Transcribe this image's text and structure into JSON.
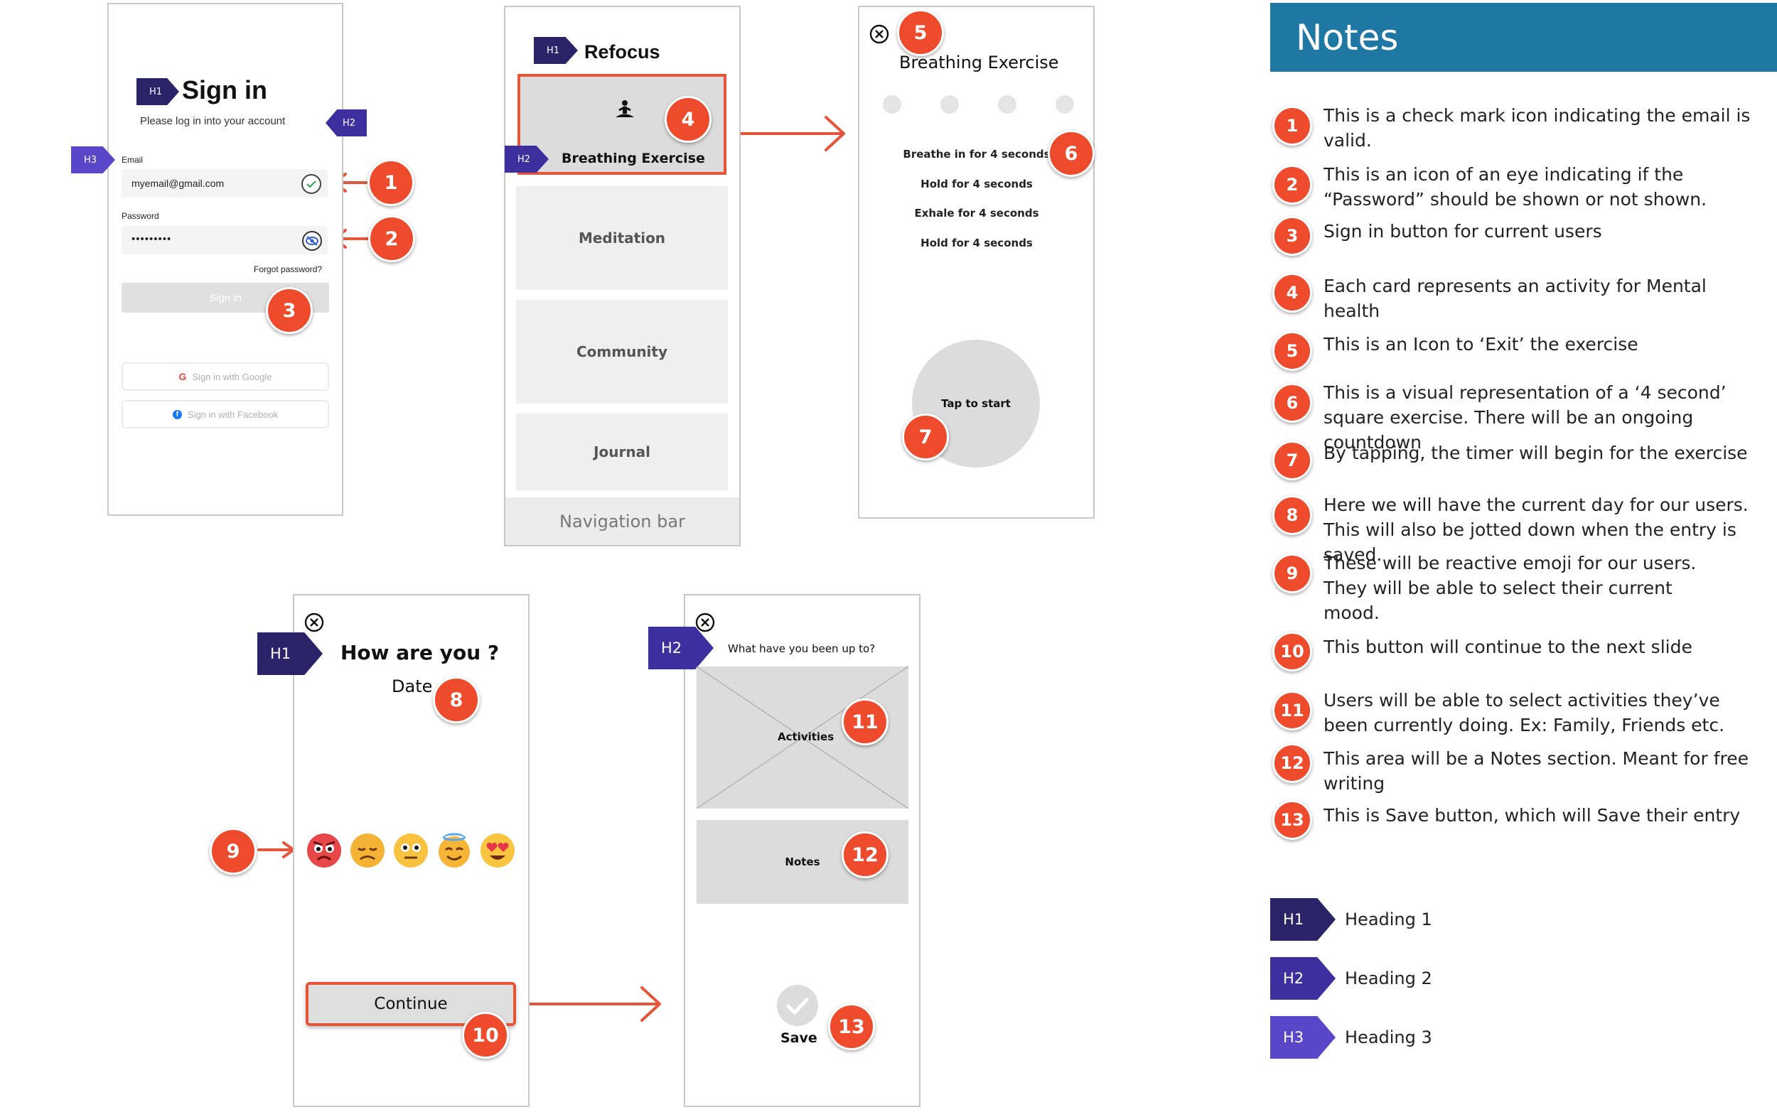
{
  "signin": {
    "tag_h1": "H1",
    "title": "Sign in",
    "subtitle": "Please log in into your account",
    "tag_h2": "H2",
    "tag_h3": "H3",
    "email_label": "Email",
    "email_value": "myemail@gmail.com",
    "password_label": "Password",
    "password_value": "•••••••••",
    "forgot": "Forgot password?",
    "signin_button": "Sign in",
    "google_button": "Sign in with Google",
    "facebook_button": "Sign in with Facebook"
  },
  "home": {
    "tag_h1": "H1",
    "title": "Refocus",
    "tag_h2": "H2",
    "cards": [
      "Breathing Exercise",
      "Meditation",
      "Community",
      "Journal"
    ],
    "nav": "Navigation bar"
  },
  "breathing": {
    "title": "Breathing Exercise",
    "steps": [
      "Breathe in for 4 seconds",
      "Hold for 4 seconds",
      "Exhale for 4 seconds",
      "Hold for 4 seconds"
    ],
    "tap": "Tap to start"
  },
  "mood": {
    "tag_h1": "H1",
    "title": "How are you ?",
    "date": "Date",
    "continue": "Continue"
  },
  "journal": {
    "tag_h2": "H2",
    "title": "What have you been up to?",
    "activities": "Activities",
    "notes": "Notes",
    "save": "Save"
  },
  "markers": [
    "1",
    "2",
    "3",
    "4",
    "5",
    "6",
    "7",
    "8",
    "9",
    "10",
    "11",
    "12",
    "13"
  ],
  "notes_panel": {
    "title": "Notes",
    "items": [
      {
        "n": "1",
        "text": "This is a check mark icon indicating the email is valid."
      },
      {
        "n": "2",
        "text": "This is an icon of an eye indicating if the “Password” should be shown or not shown."
      },
      {
        "n": "3",
        "text": "Sign in button for current users"
      },
      {
        "n": "4",
        "text": "Each card represents an activity for Mental health"
      },
      {
        "n": "5",
        "text": "This is an Icon to ‘Exit’ the exercise"
      },
      {
        "n": "6",
        "text": "This is a visual representation of a ‘4 second’ square exercise. There will be an ongoing countdown"
      },
      {
        "n": "7",
        "text": "By tapping, the timer will begin for the exercise"
      },
      {
        "n": "8",
        "text": "Here we will have the current day for our users.\nThis will also be jotted down when the entry is saved."
      },
      {
        "n": "9",
        "text": "These will be reactive emoji for our users.\nThey will be able to select their current\nmood."
      },
      {
        "n": "10",
        "text": "This button will continue to the next slide"
      },
      {
        "n": "11",
        "text": "Users will be able to select activities they’ve\nbeen currently doing. Ex: Family, Friends etc."
      },
      {
        "n": "12",
        "text": "This area will be a Notes section. Meant for free writing"
      },
      {
        "n": "13",
        "text": "This is Save button, which will Save their entry"
      }
    ],
    "legend": [
      {
        "tag": "H1",
        "label": "Heading 1"
      },
      {
        "tag": "H2",
        "label": "Heading 2"
      },
      {
        "tag": "H3",
        "label": "Heading 3"
      }
    ]
  },
  "colors": {
    "marker": "#ee4a2c",
    "notes_header": "#1f78a4",
    "h1": "#2a2368",
    "h2": "#3d2f9e",
    "h3": "#5a46c8",
    "card": "#efefef"
  }
}
